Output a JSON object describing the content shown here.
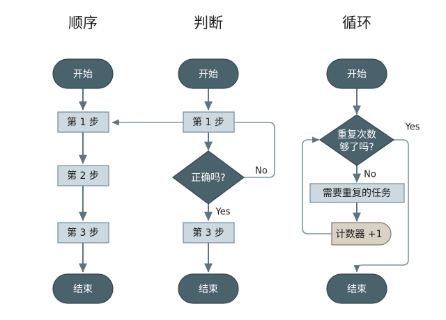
{
  "diagram": {
    "title_sequence": "顺序",
    "title_decision": "判断",
    "title_loop": "循环",
    "colors": {
      "dark_node_fill": "#4a626c",
      "dark_node_stroke": "#32464e",
      "light_node_fill": "#ccd9e0",
      "light_node_stroke": "#6d8c9b",
      "beige_node_fill": "#d9d2c4",
      "beige_node_stroke": "#7a756a",
      "connector": "#5d7580",
      "background": "#ffffff",
      "title_text": "#1b1b1b"
    }
  },
  "sequence": {
    "start": "开始",
    "step1": "第 1 步",
    "step2": "第 2 步",
    "step3": "第 3 步",
    "end": "结束"
  },
  "decision": {
    "start": "开始",
    "step1": "第 1 步",
    "diamond": "正确吗?",
    "no_label": "No",
    "yes_label": "Yes",
    "step3": "第 3 步",
    "end": "结束"
  },
  "loop": {
    "start": "开始",
    "diamond_line1": "重复次数",
    "diamond_line2": "够了吗?",
    "yes_label": "Yes",
    "no_label": "No",
    "task": "需要重复的任务",
    "counter": "计数器 +1",
    "end": "结束"
  }
}
